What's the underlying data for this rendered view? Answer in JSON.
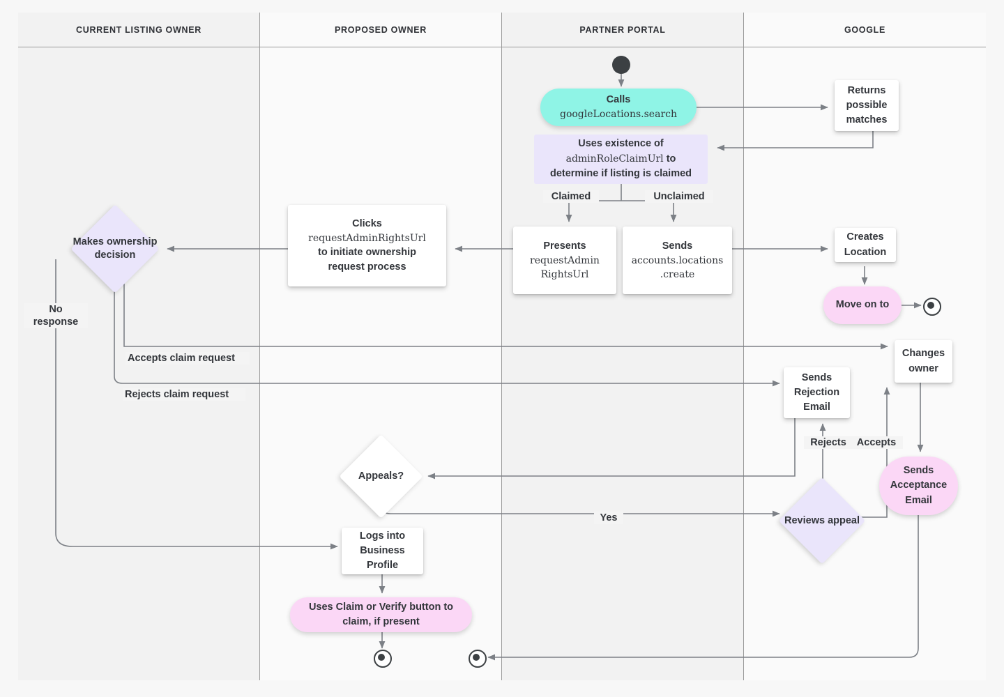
{
  "diagram": {
    "title": "Google Business Profile listing ownership transfer swimlane flowchart",
    "colors": {
      "background": "#f7f7f7",
      "lane_alt": "#f2f2f2",
      "lane_white": "#fafafa",
      "frame_border": "#9a9a9a",
      "edge": "#7c8086",
      "text": "#33363b",
      "cyan_node": "#8ff4e6",
      "pink_node": "#fbd7f6",
      "lavender_node": "#eae5fb",
      "white_node": "#ffffff",
      "terminal": "#3c4043"
    },
    "lanes": [
      {
        "id": "current-listing-owner",
        "label": "CURRENT LISTING OWNER"
      },
      {
        "id": "proposed-owner",
        "label": "PROPOSED OWNER"
      },
      {
        "id": "partner-portal",
        "label": "PARTNER PORTAL"
      },
      {
        "id": "google",
        "label": "GOOGLE"
      }
    ],
    "nodes": {
      "start": {
        "type": "start-node",
        "label": ""
      },
      "calls_search": {
        "type": "pill-cyan",
        "line1": "Calls",
        "line2": "googleLocations.search"
      },
      "returns_matches": {
        "type": "rect",
        "label": "Returns possible matches"
      },
      "uses_existence": {
        "type": "lavender-box",
        "line1": "Uses existence of",
        "line2": "adminRoleClaimUrl",
        "line2_suffix": " to",
        "line3": "determine if listing is claimed"
      },
      "presents_url": {
        "type": "rect",
        "line1": "Presents",
        "line2": "requestAdmin",
        "line3": "RightsUrl"
      },
      "sends_create": {
        "type": "rect",
        "line1": "Sends",
        "line2": "accounts.locations",
        "line3": ".create"
      },
      "clicks_url": {
        "type": "rect",
        "line1": "Clicks",
        "line2": "requestAdminRightsUrl",
        "line3": "to initiate ownership",
        "line4": "request process"
      },
      "makes_decision": {
        "type": "diamond-lavender",
        "label": "Makes ownership decision"
      },
      "creates_location": {
        "type": "rect",
        "label": "Creates Location"
      },
      "move_on_to": {
        "type": "pill-pink",
        "label": "Move on to"
      },
      "end_google": {
        "type": "end-node",
        "label": ""
      },
      "changes_owner": {
        "type": "rect",
        "label": "Changes owner"
      },
      "sends_rejection": {
        "type": "rect",
        "label": "Sends Rejection Email"
      },
      "sends_acceptance": {
        "type": "pill-pink",
        "label": "Sends Acceptance Email"
      },
      "appeals": {
        "type": "diamond-white",
        "label": "Appeals?"
      },
      "reviews_appeal": {
        "type": "diamond-lavender",
        "label": "Reviews appeal"
      },
      "logs_into": {
        "type": "rect",
        "label": "Logs into Business Profile"
      },
      "uses_claim_verify": {
        "type": "pill-pink",
        "line1": "Uses Claim or Verify button to",
        "line2": "claim, if present"
      },
      "end_proposed": {
        "type": "end-node",
        "label": ""
      },
      "end_partner": {
        "type": "end-node",
        "label": ""
      }
    },
    "edge_labels": {
      "claimed": "Claimed",
      "unclaimed": "Unclaimed",
      "no_response": "No response",
      "accepts_claim": "Accepts claim request",
      "rejects_claim": "Rejects claim request",
      "rejects": "Rejects",
      "accepts": "Accepts",
      "yes": "Yes"
    }
  }
}
